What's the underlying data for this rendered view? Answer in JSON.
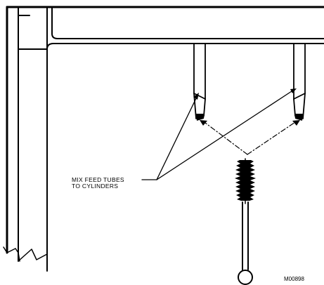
{
  "label": {
    "line1": "MIX FEED TUBES",
    "line2": "TO CYLINDERS"
  },
  "drawing_number": "M00898",
  "colors": {
    "ink": "#000000",
    "background": "#ffffff"
  }
}
